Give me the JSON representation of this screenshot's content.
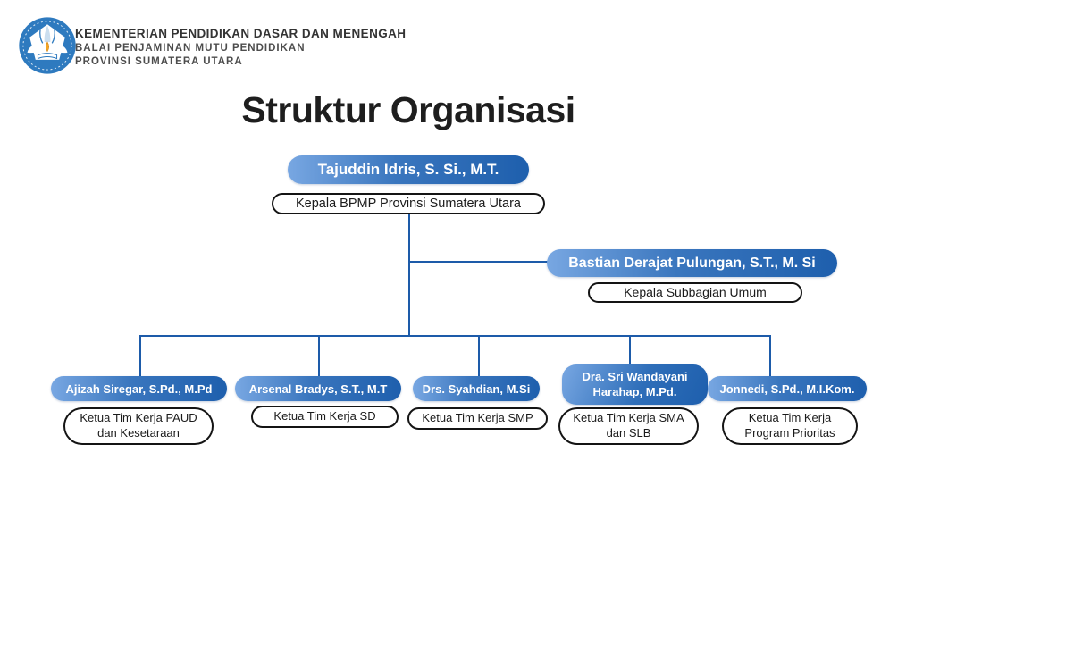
{
  "header": {
    "logo": "tut-wuri-handayani",
    "ministry": "KEMENTERIAN PENDIDIKAN DASAR DAN MENENGAH",
    "agency": "BALAI PENJAMINAN MUTU PENDIDIKAN",
    "province": "PROVINSI SUMATERA UTARA"
  },
  "title": "Struktur Organisasi",
  "colors": {
    "node_gradient_left": "#78A7E2",
    "node_gradient_right": "#1E5FAD",
    "connector_line": "#1D5BA9",
    "node_text": "#FFFFFF",
    "role_pill_border": "#141414",
    "role_pill_text": "#1B1B1B",
    "logo_blue": "#2E7ABF",
    "logo_flame": "#F5A623"
  },
  "org": {
    "root": {
      "name": "Tajuddin Idris, S. Si., M.T.",
      "role": "Kepala BPMP Provinsi Sumatera Utara"
    },
    "deputy": {
      "name": "Bastian Derajat Pulungan, S.T., M. Si",
      "role": "Kepala Subbagian Umum"
    },
    "units": [
      {
        "name": "Ajizah Siregar, S.Pd., M.Pd",
        "role": "Ketua Tim Kerja PAUD dan Kesetaraan"
      },
      {
        "name": "Arsenal Bradys, S.T., M.T",
        "role": "Ketua Tim Kerja SD"
      },
      {
        "name": "Drs. Syahdian, M.Si",
        "role": "Ketua Tim Kerja SMP"
      },
      {
        "name": "Dra. Sri Wandayani Harahap, M.Pd.",
        "role": "Ketua Tim Kerja SMA dan SLB"
      },
      {
        "name": "Jonnedi, S.Pd., M.I.Kom.",
        "role": "Ketua Tim Kerja Program Prioritas"
      }
    ]
  }
}
